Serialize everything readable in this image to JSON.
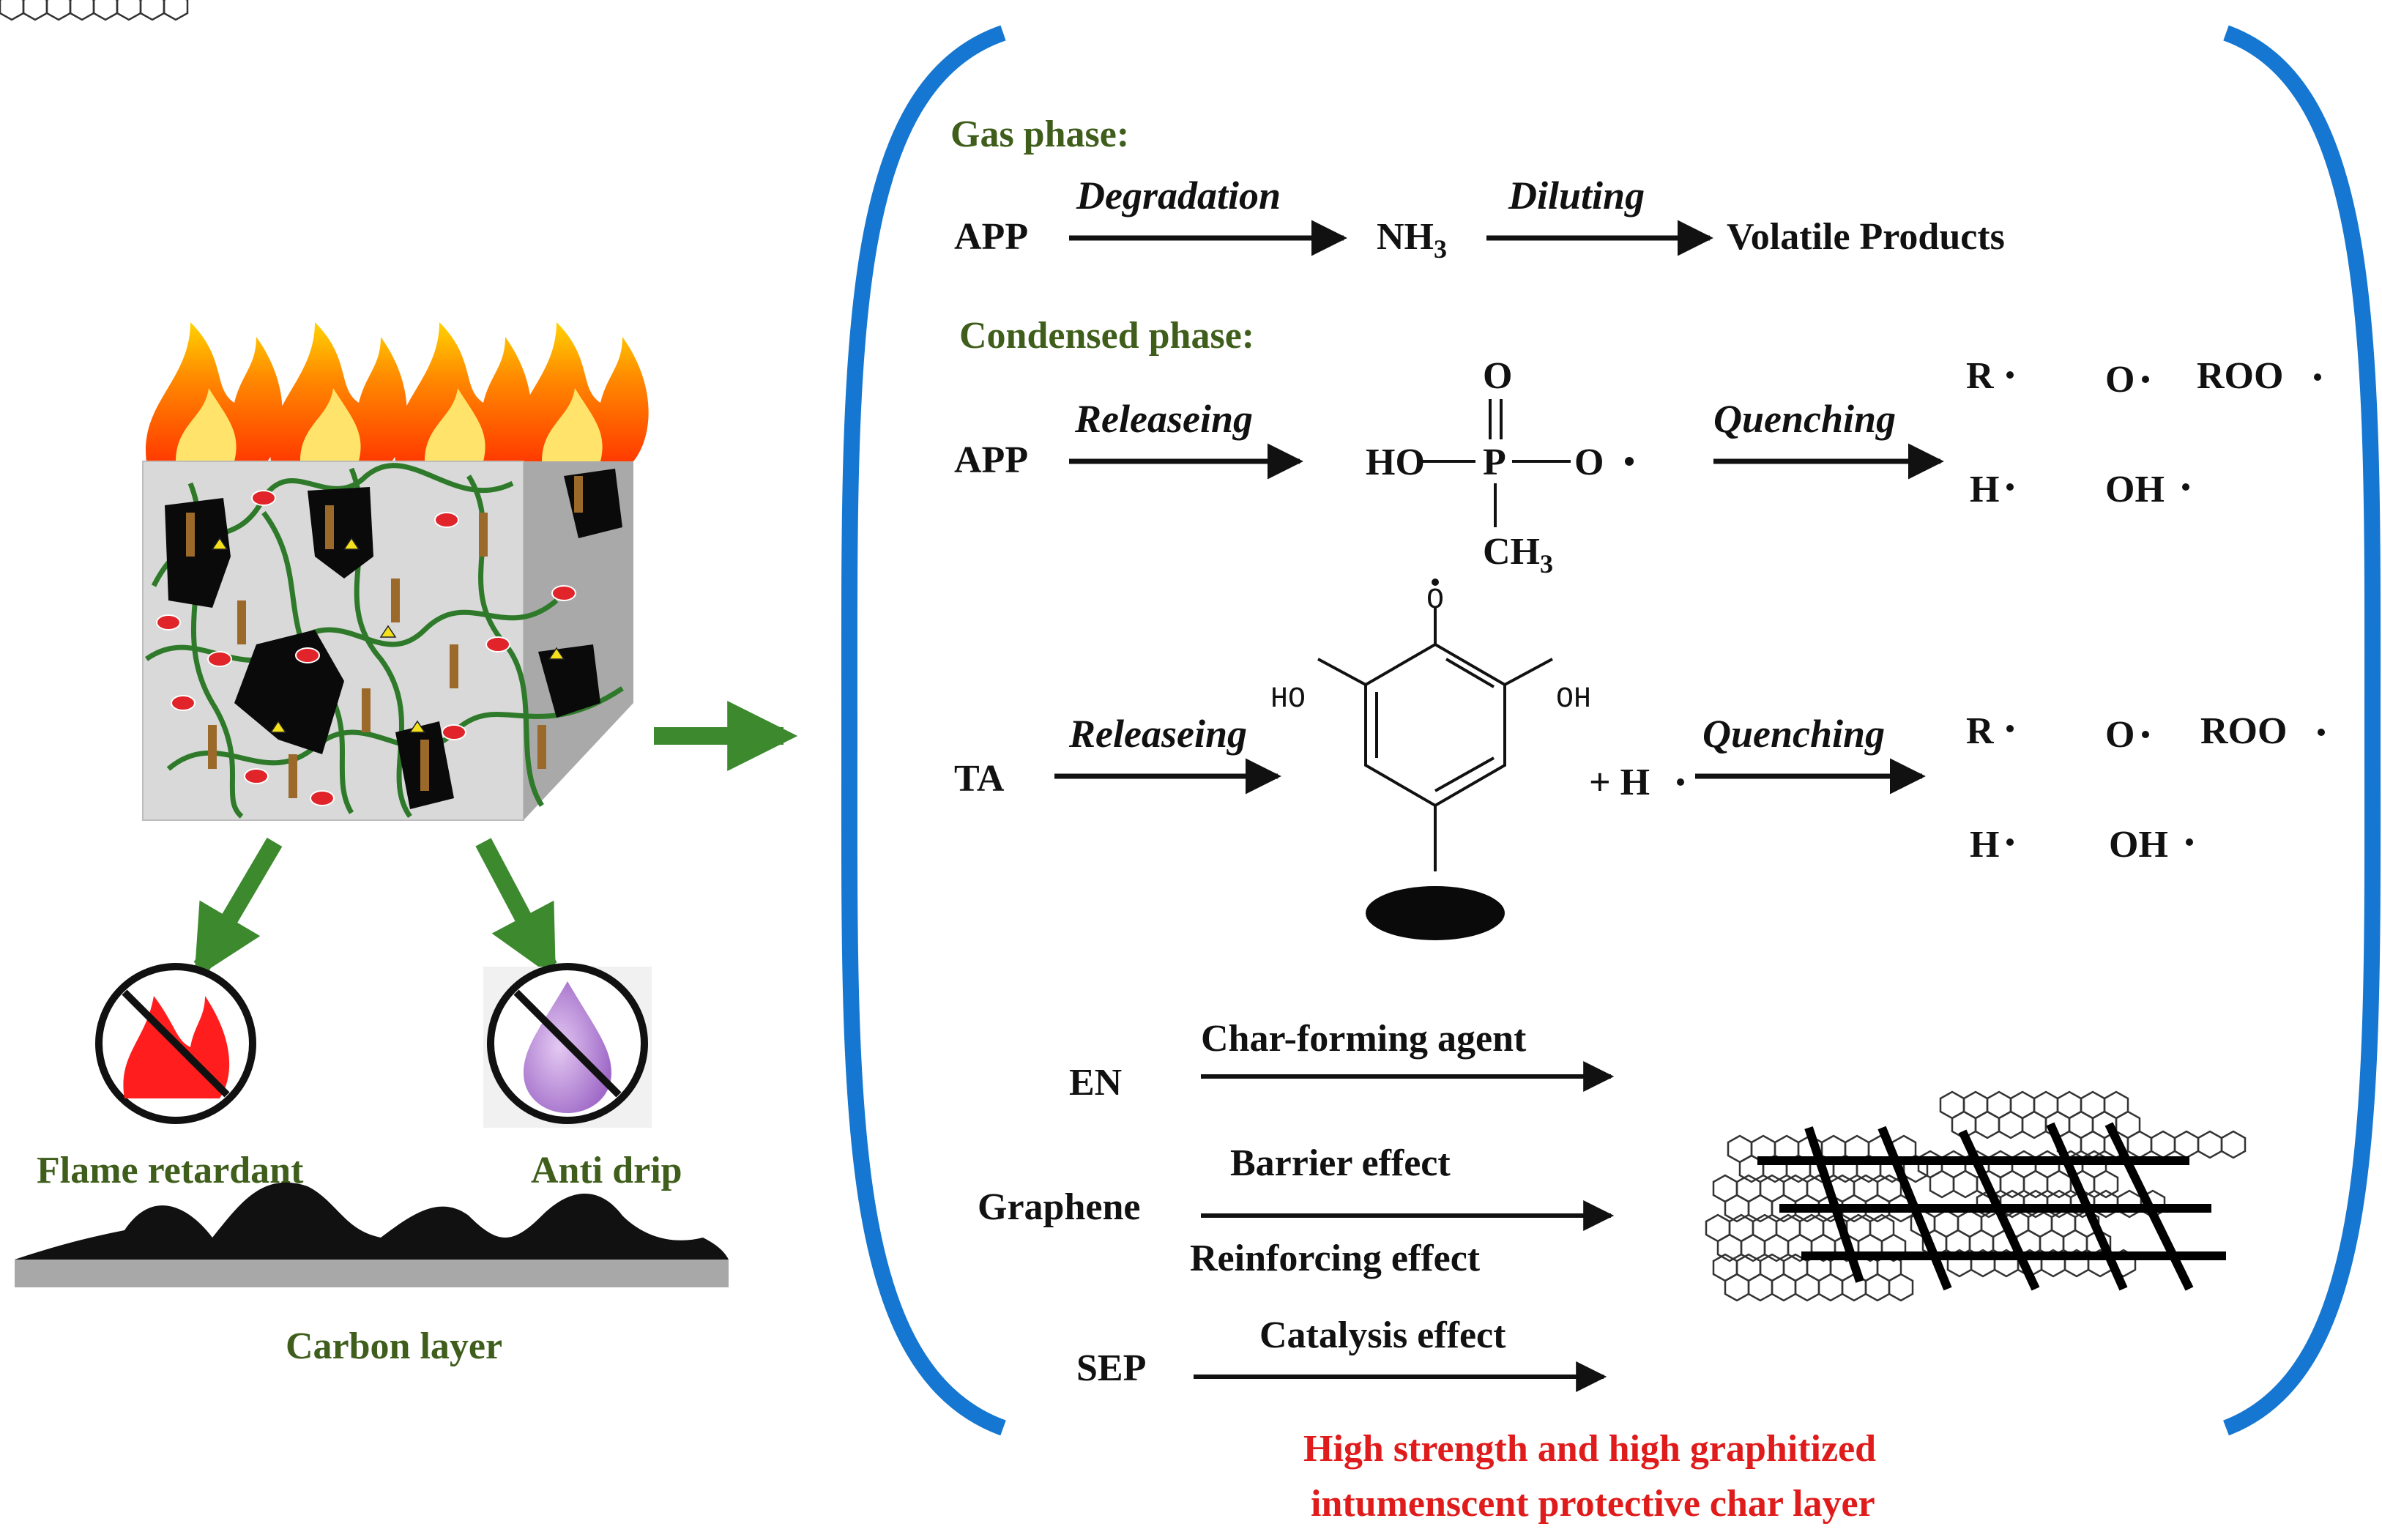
{
  "left_panel": {
    "outcome_left": "Flame retardant",
    "outcome_right": "Anti drip",
    "carbon_layer": "Carbon layer"
  },
  "gas_phase": {
    "heading": "Gas phase:",
    "reactant": "APP",
    "arrow1": "Degradation",
    "intermediate": "NH",
    "intermediate_sub": "3",
    "arrow2": "Diluting",
    "product": "Volatile Products"
  },
  "condensed_phase": {
    "heading": "Condensed phase:",
    "app": {
      "reactant": "APP",
      "arrow1": "Releaseing",
      "p_top": "O",
      "p_left": "HO",
      "p_center": "P",
      "p_right": "O",
      "p_bottom": "CH",
      "p_bottom_sub": "3",
      "arrow2": "Quenching",
      "radicals": [
        "R",
        "O",
        "ROO",
        "H",
        "OH"
      ]
    },
    "ta": {
      "reactant": "TA",
      "arrow1": "Releaseing",
      "ho_left": "HO",
      "oh_right": "OH",
      "plus_h": "+ H",
      "arrow2": "Quenching",
      "radicals": [
        "R",
        "O",
        "ROO",
        "H",
        "OH"
      ]
    }
  },
  "char_forming": {
    "en": "EN",
    "en_arrow": "Char-forming agent",
    "graphene": "Graphene",
    "graphene_arrow_top": "Barrier effect",
    "graphene_arrow_bottom": "Reinforcing effect",
    "sep": "SEP",
    "sep_arrow": "Catalysis effect"
  },
  "conclusion": {
    "line1": "High strength and high graphitized",
    "line2": "intumenscent protective char layer"
  },
  "colors": {
    "bracket": "#1577d1",
    "green_arrow": "#3d8a2e",
    "heading_green": "#3f5e1c",
    "conclusion_red": "#e01b1b"
  }
}
